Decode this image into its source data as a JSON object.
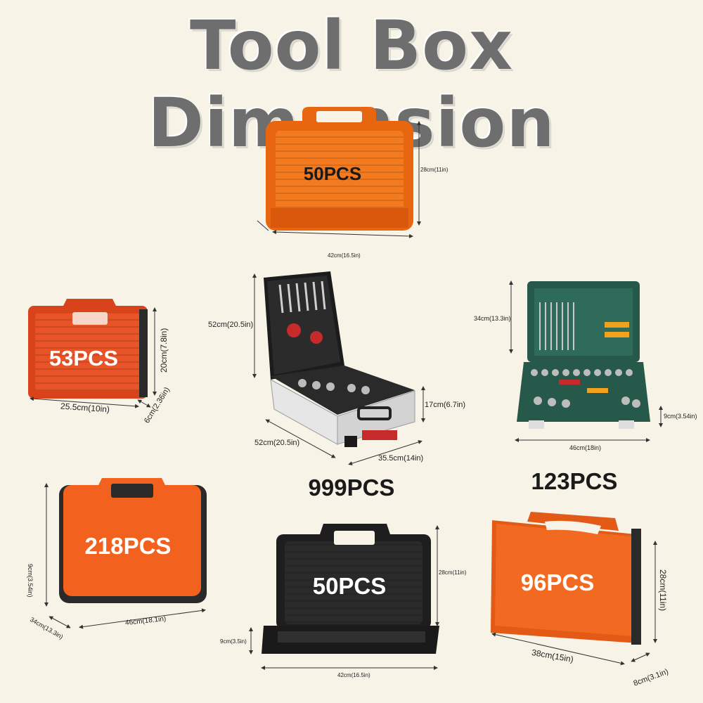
{
  "title": "Tool Box Dimension",
  "boxes": [
    {
      "label": "50PCS",
      "dims": [
        "28cm(11in)",
        "42cm(16.5in)"
      ],
      "color": "#f0701a"
    },
    {
      "label": "53PCS",
      "dims": [
        "20cm(7.8in)",
        "25.5cm(10in)",
        "6cm(2.36in)"
      ],
      "color": "#e24e20"
    },
    {
      "label": "999PCS",
      "dims": [
        "52cm(20.5in)",
        "17cm(6.7in)",
        "52cm(20.5in)",
        "35.5cm(14in)"
      ],
      "color": "#d9d9d9"
    },
    {
      "label": "123PCS",
      "dims": [
        "34cm(13.3in)",
        "9cm(3.54in)",
        "46cm(18in)"
      ],
      "color": "#2f6b5a"
    },
    {
      "label": "218PCS",
      "dims": [
        "9cm(3.54in)",
        "34cm(13.3in)",
        "46cm(18.1in)"
      ],
      "color": "#f2611e"
    },
    {
      "label": "50PCS",
      "dims": [
        "28cm(11in)",
        "9cm(3.5in)",
        "42cm(16.5in)"
      ],
      "color": "#1e1e1e"
    },
    {
      "label": "96PCS",
      "dims": [
        "28cm(11in)",
        "38cm(15in)",
        "8cm(3.1in)"
      ],
      "color": "#f26a22"
    }
  ]
}
